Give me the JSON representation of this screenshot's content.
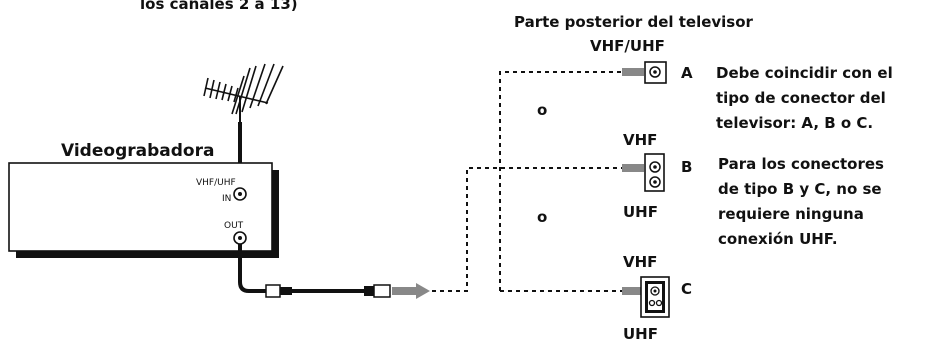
{
  "cropped_top_text": "los canales 2 a 13)",
  "tv_back_title": "Parte posterior del televisor",
  "vcr_title": "Videograbadora",
  "vcr_input_label": "VHF/UHF",
  "vcr_in_label": "IN",
  "vcr_out_label": "OUT",
  "connector_a": {
    "top": "VHF/UHF",
    "letter": "A"
  },
  "connector_b": {
    "top": "VHF",
    "letter": "B",
    "bottom": "UHF"
  },
  "connector_c": {
    "top": "VHF",
    "letter": "C",
    "bottom": "UHF"
  },
  "or_1": "o",
  "or_2": "o",
  "note_1": [
    "Debe coincidir con el",
    "tipo de conector del",
    "televisor: A, B o C."
  ],
  "note_2": [
    "Para los conectores",
    "de tipo B y C, no se",
    "requiere ninguna",
    "conexión UHF."
  ]
}
